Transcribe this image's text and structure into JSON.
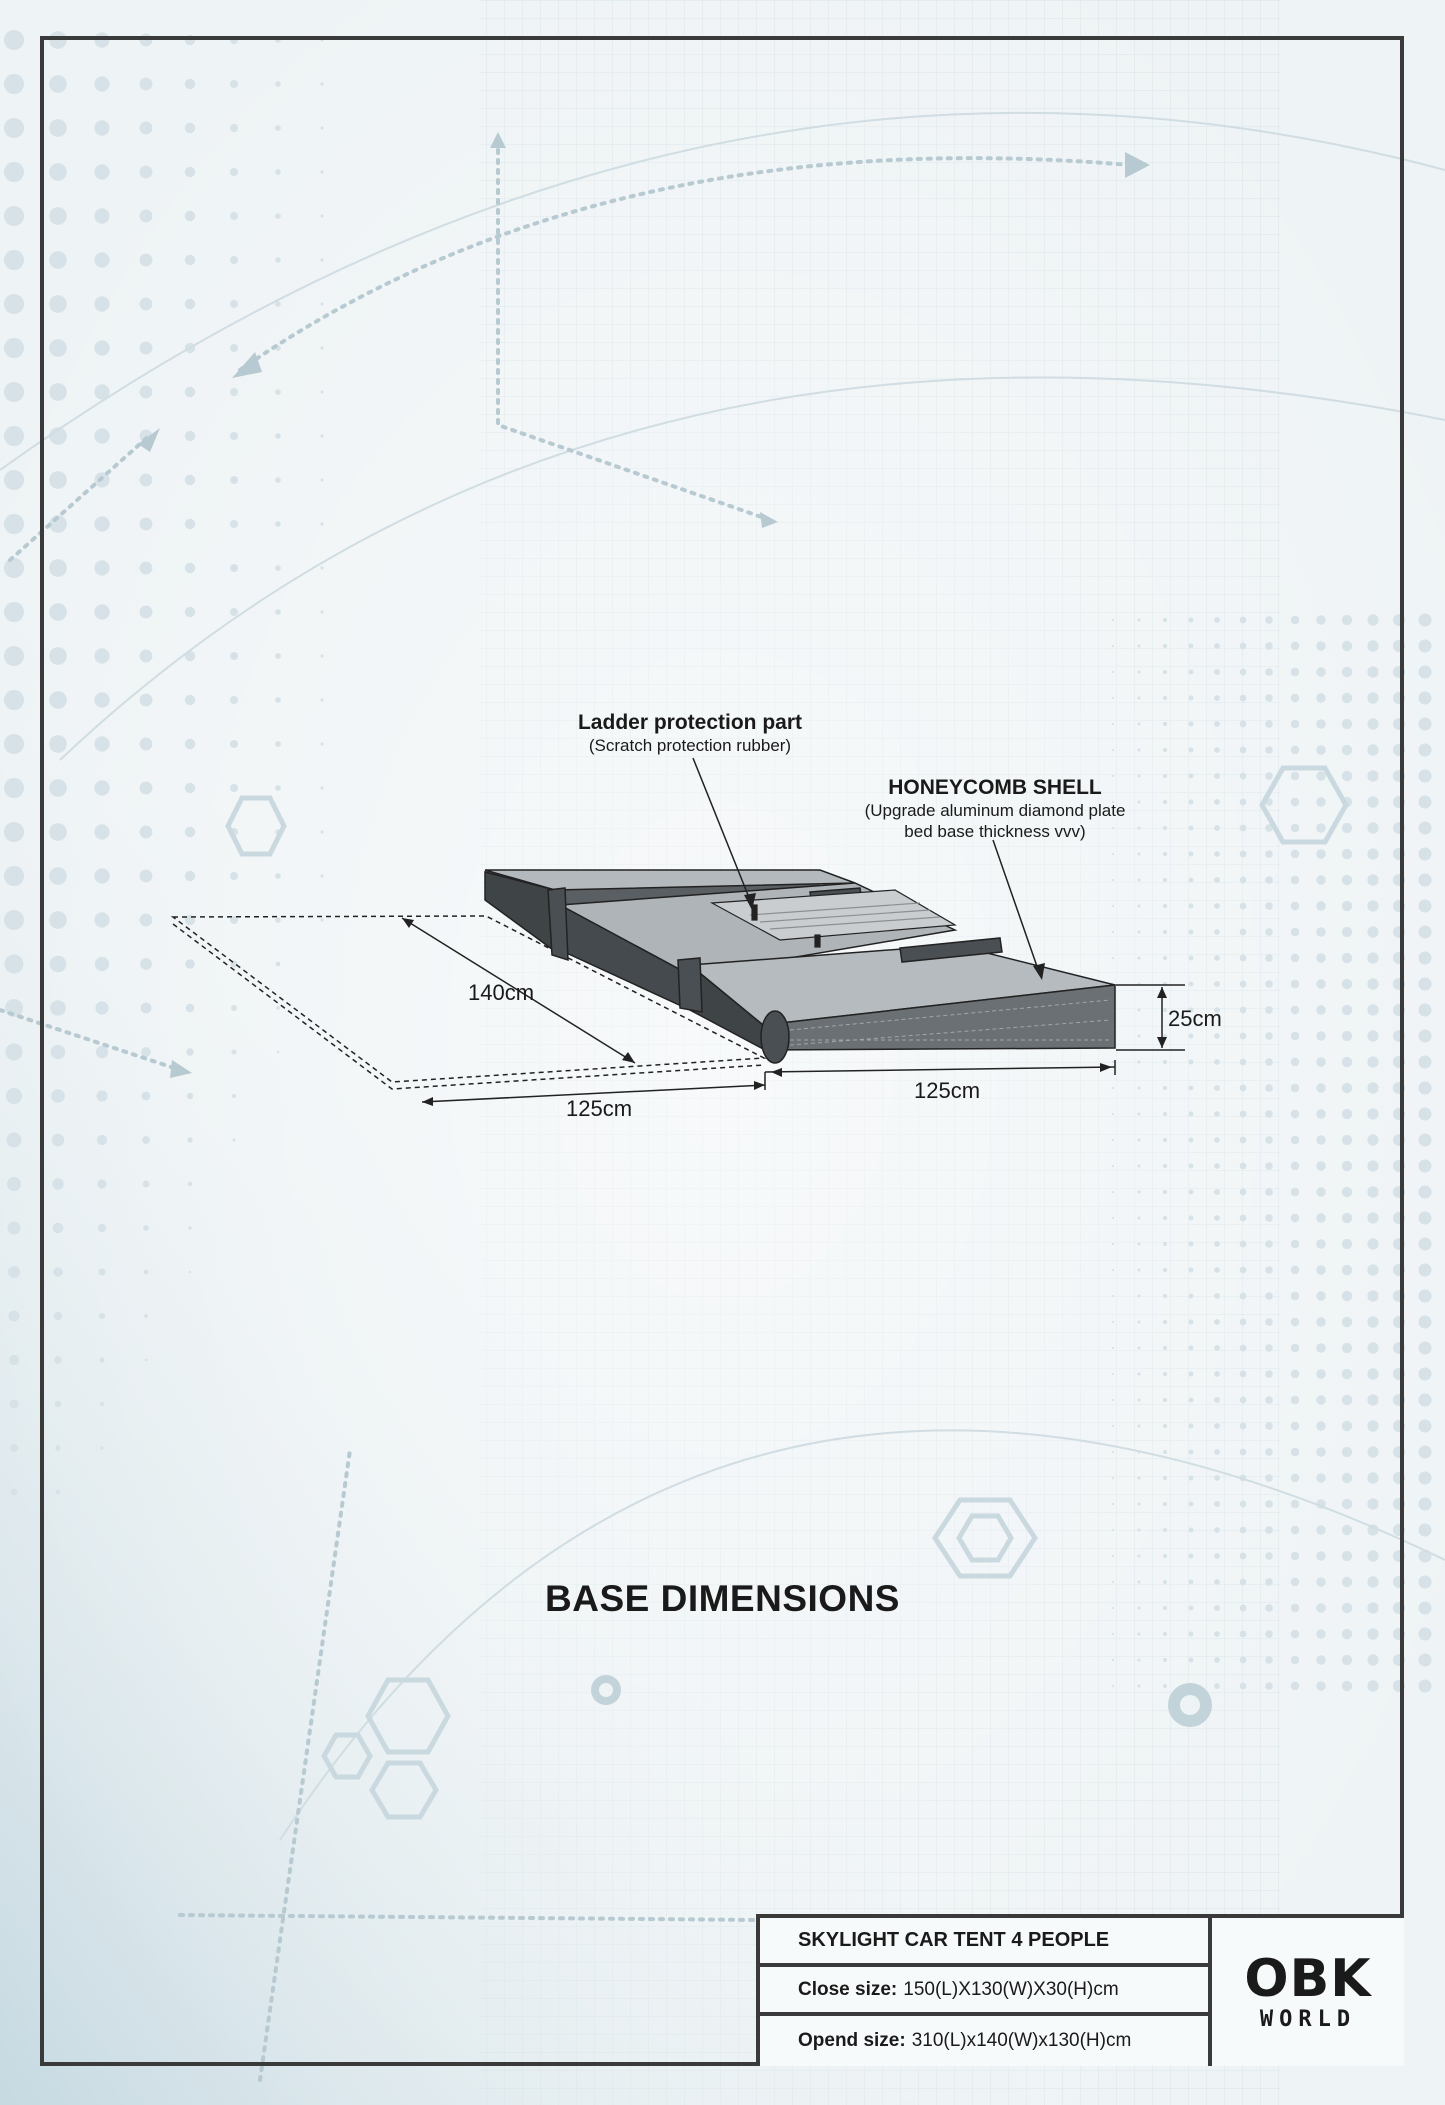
{
  "callouts": {
    "ladder": {
      "title": "Ladder protection part",
      "subtitle": "(Scratch protection rubber)"
    },
    "honeycomb": {
      "title": "HONEYCOMB SHELL",
      "subtitle_line1": "(Upgrade aluminum diamond plate",
      "subtitle_line2": "bed base thickness vvv)"
    }
  },
  "dimensions": {
    "depth": "140cm",
    "width_open": "125cm",
    "width_closed": "125cm",
    "height": "25cm"
  },
  "main_title": "BASE DIMENSIONS",
  "specs": {
    "product_name": "SKYLIGHT CAR TENT 4 PEOPLE",
    "close_label": "Close size:",
    "close_value": "150(L)X130(W)X30(H)cm",
    "open_label": "Opend size:",
    "open_value": "310(L)x140(W)x130(H)cm"
  },
  "logo": {
    "main": "OBK",
    "sub": "WORLD"
  },
  "colors": {
    "frame": "#3a3a3a",
    "grid": "#c9d8df",
    "accent_light": "#a9c2cf",
    "panel_top": "#aeb4b8",
    "panel_side": "#555a5e"
  }
}
